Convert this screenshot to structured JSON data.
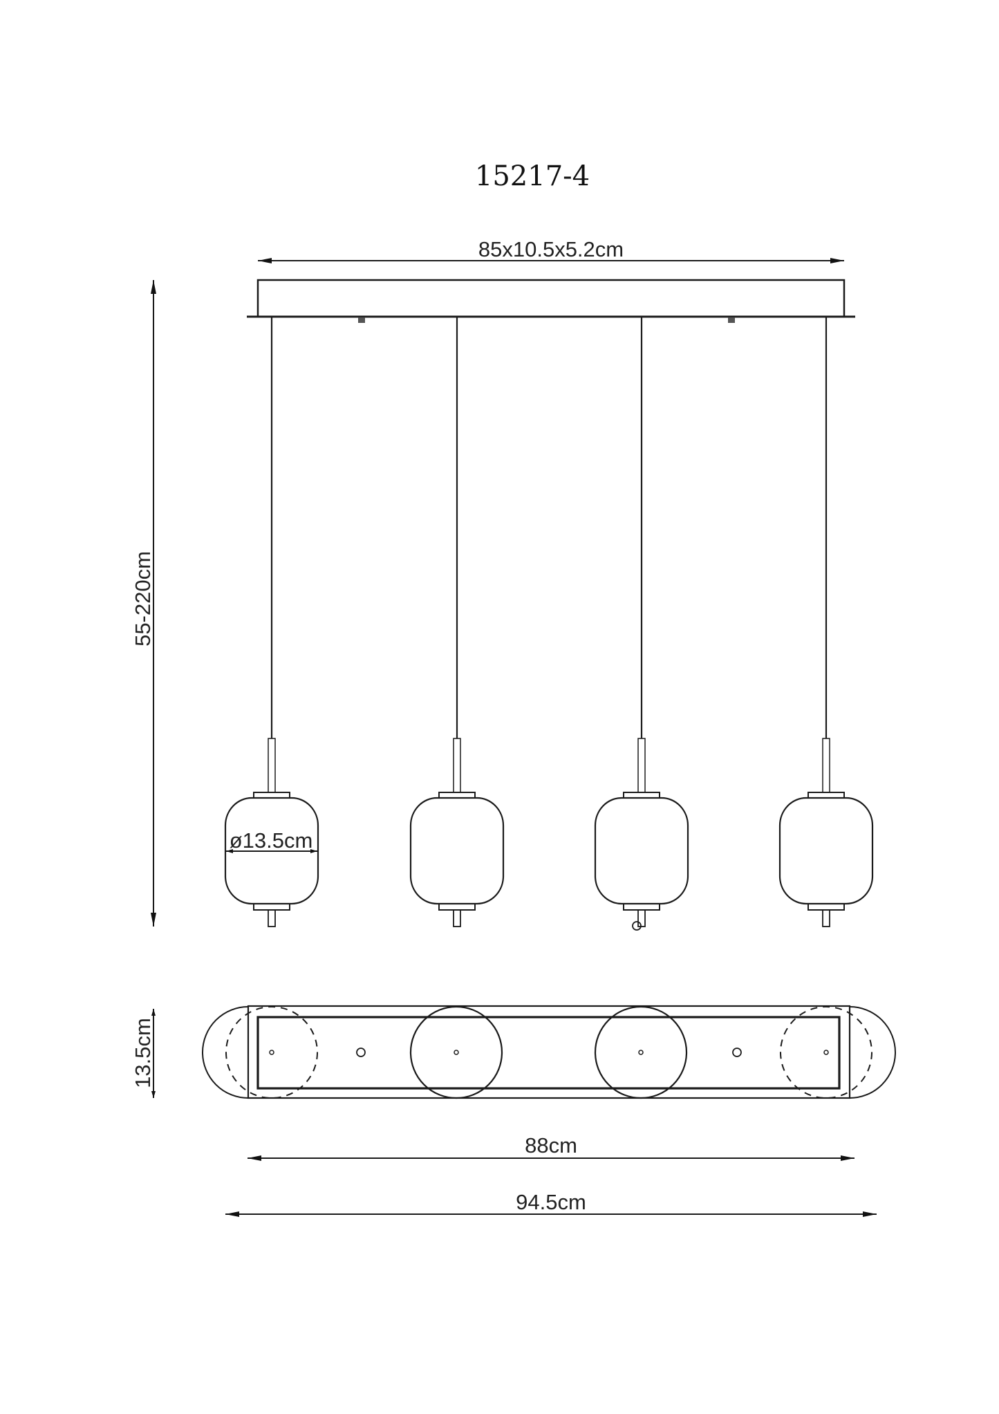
{
  "title": "15217-4",
  "dimensions": {
    "canopy": "85x10.5x5.2cm",
    "height_range": "55-220cm",
    "shade_diameter": "ø13.5cm",
    "top_view_depth": "13.5cm",
    "inner_length": "88cm",
    "overall_length": "94.5cm"
  },
  "views": [
    {
      "name": "front-view",
      "pendant_count": 4
    },
    {
      "name": "top-view",
      "pendant_count": 4
    }
  ]
}
